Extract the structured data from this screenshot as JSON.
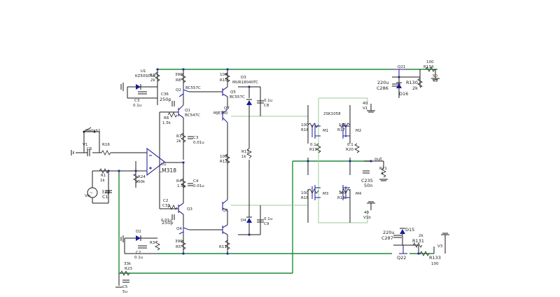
{
  "labels": {
    "u1": "U1",
    "u1_part": "KZ50SD19",
    "r2": "R2",
    "r2_v": "2k",
    "c3": "C3",
    "c3_v": "0.1u",
    "r8_v": "390",
    "r8": "R8",
    "q2": "Q2",
    "q2_part": "BC557C",
    "c36": "C36",
    "c36_v": "250p",
    "r6": "R6",
    "r6_v": "1.5k",
    "q1": "Q1",
    "q1_part": "BC547C",
    "c3b": "C3",
    "c3b_v": "0.01u",
    "r10_v": "100",
    "r10": "R10",
    "d3": "D3",
    "d3_part": "MUR18040TC",
    "q5": "Q5",
    "q5_part": "BC557C",
    "q7": "Q7",
    "q7_part": "MJE350",
    "c1u": "0.1u",
    "c8": "C8",
    "v40a": "40",
    "v1a": "V1",
    "q21": "Q21",
    "r134_v": "100",
    "r134": "R134",
    "c220a": "220u",
    "c286": "C286",
    "r130": "R130",
    "r130_v": "2k",
    "d16": "D16",
    "v50": "50",
    "v2": "V2",
    "part_2sk": "2SK1058",
    "r16a": "100",
    "r16": "R16",
    "r17a": "100",
    "r17": "R17",
    "m1": "M1",
    "m2": "M2",
    "r10b": "0.1",
    "r19": "R19",
    "r11b": "0.1",
    "r20": "R20",
    "switch": "Switch1",
    "v1in": "V1",
    "c6": "C6",
    "r16in": "R16",
    "u1ic": "U1",
    "ic": "LM318",
    "r24": "R24",
    "r24_v": "50k",
    "r1": "R1",
    "r1_v": "1k",
    "vin": "Vin",
    "c1_v": "33p",
    "c1": "C1",
    "r12_v": "100",
    "r12": "R12",
    "r13": "R13",
    "r13_v": "1k",
    "r3": "R3",
    "r3_v": "2k",
    "c4": "C4",
    "c4_v": "0.01u",
    "r4": "R4",
    "r4_v": "1.5k",
    "c33": "C33",
    "c33_v": "250p",
    "q3": "Q3",
    "q4": "Q4",
    "c2b": "C2",
    "c2b_v": "0.01u",
    "q6": "Q6",
    "d4": "D4",
    "c9_v": "0.1u",
    "c9": "C9",
    "r5_v": "390",
    "r5": "R5",
    "r11": "R11",
    "d2": "D2",
    "r3b": "R3",
    "c2": "C2",
    "c2_v": "0.1u",
    "out": "out",
    "r21": "R21",
    "r21_v": "4",
    "c235": "C235",
    "c235_v": "50n",
    "r16b": "100",
    "r18": "R18",
    "r15b": "100",
    "r15": "R15",
    "m3": "M3",
    "m4": "M4",
    "v40b": "40",
    "v1b": "V1b",
    "c220b": "220u",
    "c287": "C287",
    "d15": "D15",
    "r131_v": "2k",
    "r131": "R131",
    "q22": "Q22",
    "r133": "R133",
    "r133_v": "100",
    "v3": "V3",
    "r23_v": "33k",
    "r23": "R23",
    "c5": "C5",
    "c5_v": "5u"
  }
}
